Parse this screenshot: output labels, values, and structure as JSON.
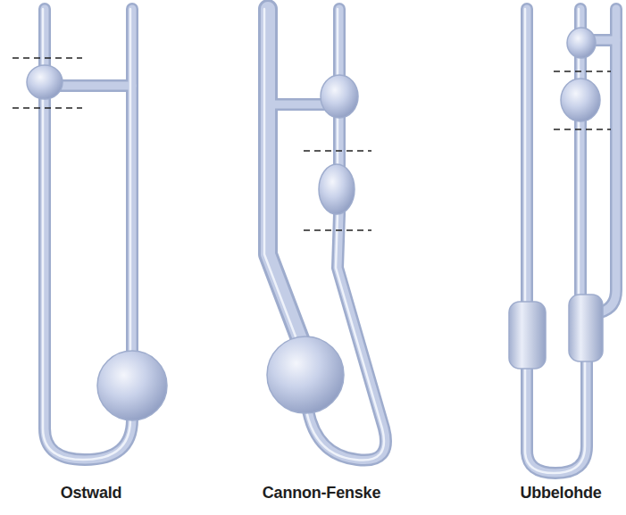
{
  "diagram": {
    "labels": [
      "Ostwald",
      "Cannon-Fenske",
      "Ubbelohde"
    ]
  }
}
